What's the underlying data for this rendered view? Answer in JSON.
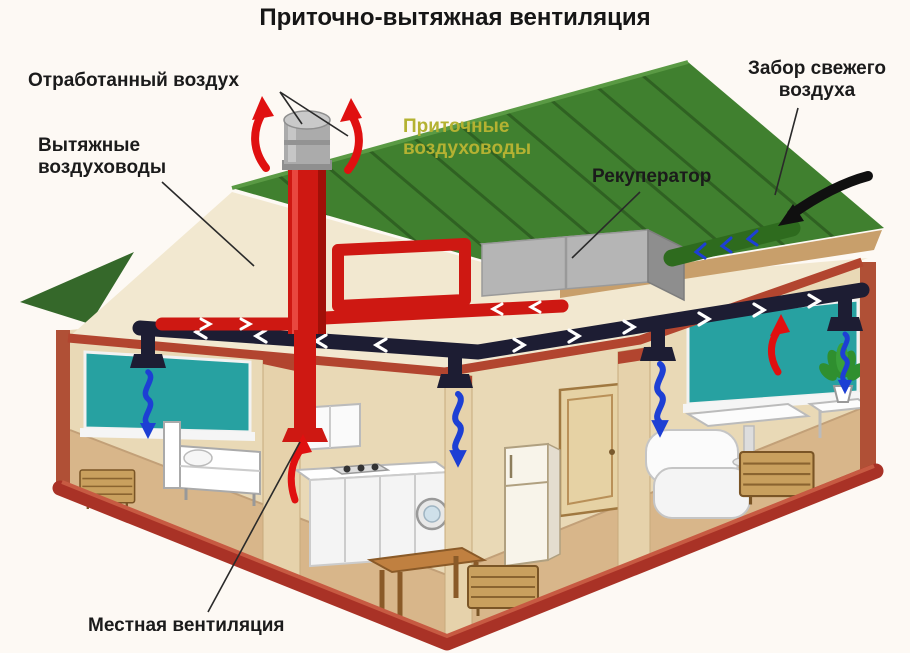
{
  "title": "Приточно-вытяжная вентиляция",
  "labels": {
    "exhaust_air": "Отработанный воздух",
    "exhaust_ducts": "Вытяжные\nвоздуховоды",
    "supply_ducts": "Приточные\nвоздуховоды",
    "recuperator": "Рекуператор",
    "fresh_air": "Забор свежего\nвоздуха",
    "local_ventilation": "Местная вентиляция"
  },
  "colors": {
    "roof_green": "#40802f",
    "wall_terracotta": "#b05036",
    "back_wall_cream": "#e9d9b6",
    "ceiling_cream": "#f2e8d0",
    "floor_tan": "#d8b68a",
    "duct_red": "#ce1812",
    "duct_dark": "#1d1d33",
    "duct_green": "#2e6b1e",
    "window_teal": "#27a1a1",
    "arrow_blue": "#1d3fd4",
    "arrow_red": "#e01010",
    "supply_label": "#b4b232",
    "base_red": "#a93226"
  }
}
